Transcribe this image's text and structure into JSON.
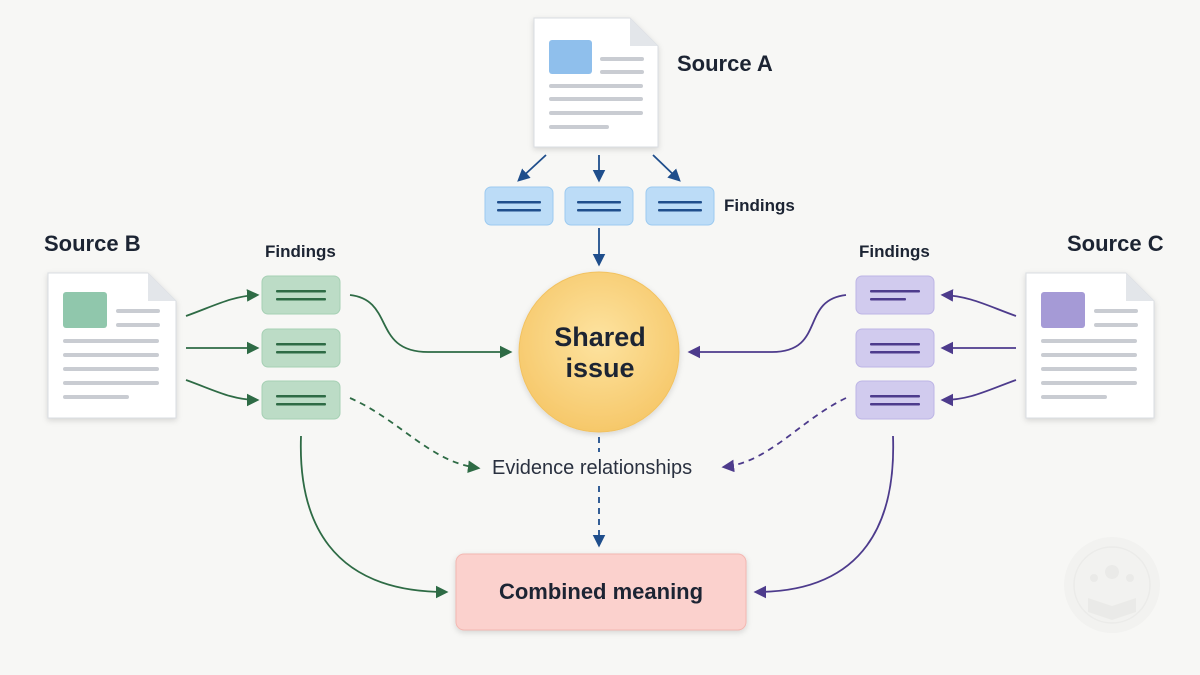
{
  "sources": {
    "a": {
      "title": "Source A"
    },
    "b": {
      "title": "Source B"
    },
    "c": {
      "title": "Source C"
    }
  },
  "findings": {
    "a": {
      "label": "Findings"
    },
    "b": {
      "label": "Findings"
    },
    "c": {
      "label": "Findings"
    }
  },
  "hub": {
    "label": "Shared issue"
  },
  "evidence": {
    "label": "Evidence relationships"
  },
  "combined": {
    "label": "Combined meaning"
  },
  "colors": {
    "background": "#f7f7f5",
    "source_a": "#1f4e8c",
    "source_b": "#2e6b45",
    "source_c": "#4d3b8c",
    "hub_fill": "#f8cf73",
    "combined_fill": "#fbd1cd"
  }
}
